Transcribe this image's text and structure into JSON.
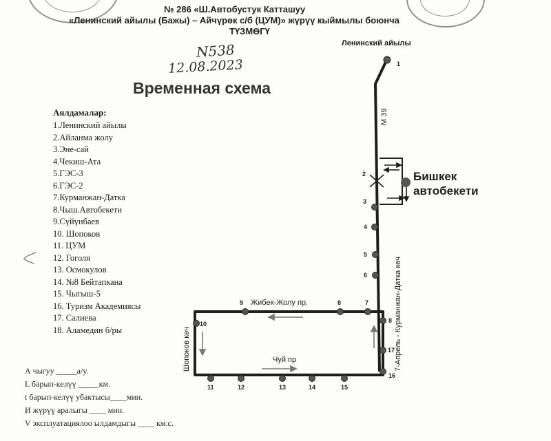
{
  "header": {
    "line1": "№ 286 «Ш.Автобустук Катташуу",
    "line2": "«Ленинский айылы (Бажы) – Айчүрөк с/б (ЦУМ)» жүрүү кыймылы боюнча",
    "line3": "ТҮЗМӨГҮ"
  },
  "handwritten": {
    "number": "N538",
    "date": "12.08.2023"
  },
  "title": "Временная схема",
  "stops_heading": "Аялдамалар:",
  "stops": [
    "1.Ленинский айылы",
    "2.Айланма жолу",
    "3.Эне-сай",
    "4.Чекиш-Ата",
    "5.ГЭС-3",
    "6.ГЭС-2",
    "7.Курманжан-Датка",
    "8.Чыш.Автобекети",
    "9.Сүйүнбаев",
    "10. Шопоков",
    "11. ЦУМ",
    "12. Гоголя",
    "13. Осмокулов",
    "14. №8 Бейтапкана",
    "15. Чыгыш-5",
    "16. Туризм Академиясы",
    "17. Салиева",
    "18. Аламедин б/ры"
  ],
  "footer": [
    "А чыгуу _____а/у.",
    "L барып-келүү _____км.",
    "t барып-келүү убактысы____мин.",
    "И жүрүү аралыгы ____ мин.",
    "V эксплуатациялоо ылдамдыгы ____ км.с."
  ],
  "map": {
    "terminus_label": "Ленинский айылы",
    "highway_label": "М 39",
    "station_label_line1": "Бишкек",
    "station_label_line2": "автобекети",
    "top_street": "Жибек-Жолу пр.",
    "bottom_street": "Чуй пр",
    "left_street": "Шопоков көч",
    "right_street": "7-Апрель - Курманжан-Датка көч",
    "stop_numbers": {
      "s1": "1",
      "s2": "2",
      "s3": "3",
      "s4": "4",
      "s5": "5",
      "s6": "6",
      "s7": "7",
      "s8": "8",
      "s9": "9",
      "s10": "10",
      "s11": "11",
      "s12": "12",
      "s13": "13",
      "s14": "14",
      "s15": "15",
      "s16": "16",
      "s17": "17"
    }
  }
}
